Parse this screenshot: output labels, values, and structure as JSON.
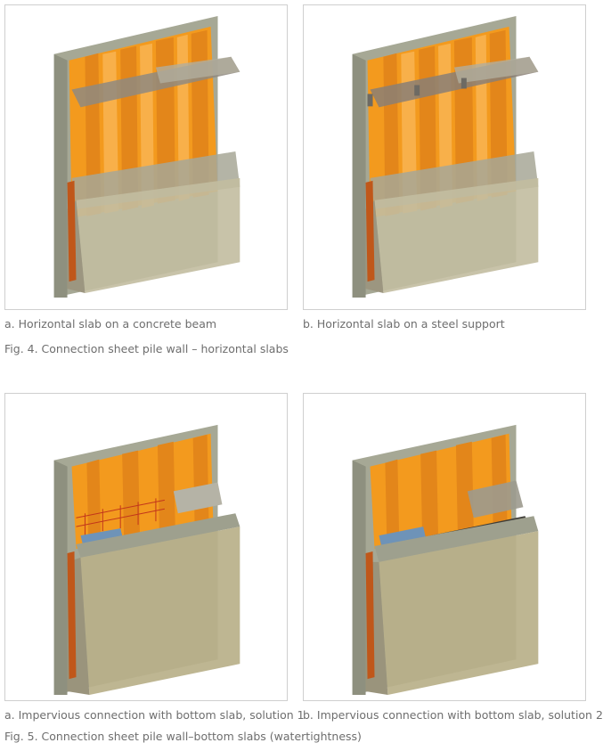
{
  "figure4": {
    "panel_a_caption": "a.  Horizontal slab on a concrete beam",
    "panel_b_caption": "b.  Horizontal slab on a steel support",
    "caption": "Fig. 4. Connection sheet pile wall – horizontal slabs"
  },
  "figure5": {
    "panel_a_caption": "a.  Impervious connection with bottom slab, solution 1",
    "panel_b_caption": "b.  Impervious connection with bottom slab, solution 2",
    "caption": "Fig. 5. Connection sheet pile wall–bottom slabs (watertightness)"
  },
  "colors": {
    "sheet_pile_orange": "#f39a1e",
    "concrete_grey": "#a9aa9a",
    "soil_khaki": "#b9b089",
    "seal_red": "#9e1b1b",
    "membrane_blue": "#6e93b8"
  }
}
